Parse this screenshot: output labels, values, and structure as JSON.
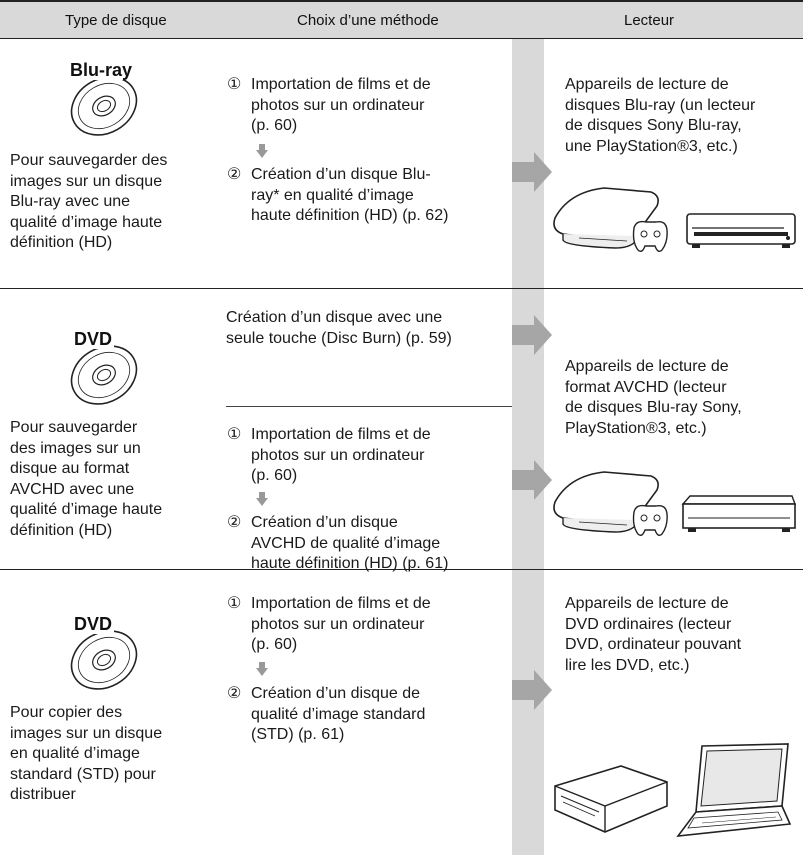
{
  "header": {
    "col1": "Type de disque",
    "col2": "Choix d’une méthode",
    "col3": "Lecteur"
  },
  "rows": [
    {
      "disc_label": "Blu-ray",
      "description": [
        "Pour sauvegarder des",
        "images sur un disque",
        "Blu-ray avec une",
        "qualité d’image haute",
        "définition (HD)"
      ],
      "step1": {
        "num": "①",
        "lines": [
          "Importation de films et de",
          "photos sur un ordinateur",
          "(p. 60)"
        ]
      },
      "step2": {
        "num": "②",
        "lines": [
          "Création d’un disque Blu-",
          "ray* en qualité d’image",
          "haute définition (HD) (p. 62)"
        ]
      },
      "player": [
        "Appareils de lecture de",
        "disques Blu-ray (un lecteur",
        "de disques Sony Blu-ray,",
        "une PlayStation®3, etc.)"
      ],
      "devices": [
        "playstation-console-icon",
        "game-controller-icon",
        "bluray-player-icon"
      ]
    },
    {
      "disc_label": "DVD",
      "description": [
        "Pour sauvegarder",
        "des images sur un",
        "disque au format",
        "AVCHD avec une",
        "qualité d’image haute",
        "définition (HD)"
      ],
      "option_a": [
        "Création d’un disque avec une",
        "seule touche (Disc Burn) (p. 59)"
      ],
      "step1": {
        "num": "①",
        "lines": [
          "Importation de films et de",
          "photos sur un ordinateur",
          "(p. 60)"
        ]
      },
      "step2": {
        "num": "②",
        "lines": [
          "Création d’un disque",
          "AVCHD de qualité d’image",
          "haute définition (HD) (p. 61)"
        ]
      },
      "player": [
        "Appareils de lecture de",
        "format AVCHD (lecteur",
        "de disques Blu-ray Sony,",
        "PlayStation®3, etc.)"
      ],
      "devices": [
        "playstation-console-icon",
        "game-controller-icon",
        "bluray-player-icon"
      ]
    },
    {
      "disc_label": "DVD",
      "description": [
        "Pour copier des",
        "images sur un disque",
        "en qualité d’image",
        "standard (STD) pour",
        "distribuer"
      ],
      "step1": {
        "num": "①",
        "lines": [
          "Importation de films et de",
          "photos sur un ordinateur",
          "(p. 60)"
        ]
      },
      "step2": {
        "num": "②",
        "lines": [
          "Création d’un disque de",
          "qualité d’image standard",
          "(STD) (p. 61)"
        ]
      },
      "player": [
        "Appareils de lecture de",
        "DVD ordinaires (lecteur",
        "DVD, ordinateur pouvant",
        "lire les DVD, etc.)"
      ],
      "devices": [
        "dvd-player-icon",
        "laptop-icon"
      ]
    }
  ],
  "colors": {
    "header_bg": "#d9d9d9",
    "band": "#d9d9d9",
    "arrow": "#a6a6a6",
    "rule": "#222222"
  }
}
